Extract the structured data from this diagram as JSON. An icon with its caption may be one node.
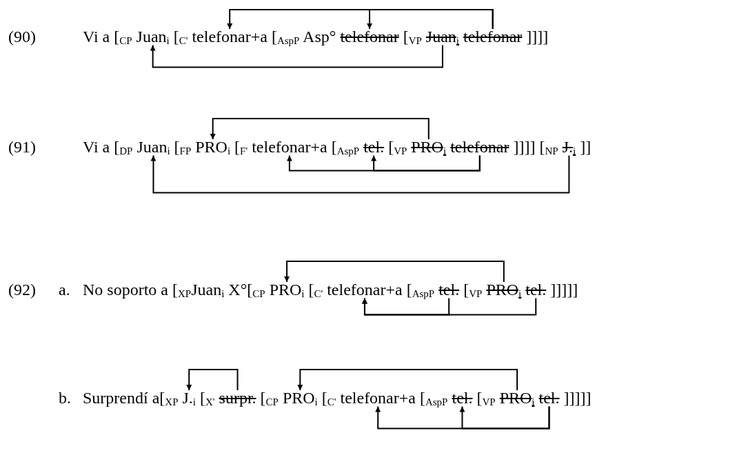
{
  "diagram": {
    "nodes": [
      {
        "text": [
          "Juan$_{i}$"
        ]
      },
      {
        "text": [
          "telefonar+a"
        ]
      },
      {
        "text": [
          "telefonar"
        ]
      },
      {
        "text": [
          "Juan$_{i}$"
        ]
      },
      {
        "text": [
          "telefonar"
        ]
      },
      {
        "text": [
          "Juan$_{i}$"
        ]
      },
      {
        "text": [
          "PRO$_{i}$"
        ]
      },
      {
        "text": [
          "telefonar+a"
        ]
      },
      {
        "text": [
          "tel."
        ]
      },
      {
        "text": [
          "PRO$_{i}$"
        ]
      },
      {
        "text": [
          "telefonar"
        ]
      },
      {
        "text": [
          "J.$_{i}$"
        ]
      },
      {
        "text": [
          "PRO$_{i}$"
        ]
      },
      {
        "text": [
          "telefonar+a"
        ]
      },
      {
        "text": [
          "tel."
        ]
      },
      {
        "text": [
          "PRO$_{i}$"
        ]
      },
      {
        "text": [
          "tel."
        ]
      },
      {
        "text": [
          "J.$_{i}$"
        ]
      },
      {
        "text": [
          "surpr."
        ]
      },
      {
        "text": [
          "PRO$_{i}$"
        ]
      },
      {
        "text": [
          "telefonar+a"
        ]
      },
      {
        "text": [
          "tel."
        ]
      },
      {
        "text": [
          "PRO$_{i}$"
        ]
      },
      {
        "text": [
          "tel."
        ]
      }
    ],
    "edges": [
      {
        "from": 4,
        "to": 1,
        "arrow": "to"
      },
      {
        "from": 4,
        "to": 2,
        "arrow": "to"
      },
      {
        "from": 3,
        "to": 0,
        "arrow": "to"
      },
      {
        "from": 9,
        "to": 6,
        "arrow": "to"
      },
      {
        "from": 10,
        "to": 7,
        "arrow": "to"
      },
      {
        "from": 10,
        "to": 8,
        "arrow": "to"
      },
      {
        "from": 11,
        "to": 5,
        "arrow": "to"
      },
      {
        "from": 15,
        "to": 12,
        "arrow": "to"
      },
      {
        "from": 14,
        "to": 13,
        "arrow": "to"
      },
      {
        "from": 16,
        "to": 13,
        "arrow": "to"
      },
      {
        "from": 18,
        "to": 17,
        "arrow": "to"
      },
      {
        "from": 22,
        "to": 19,
        "arrow": "to"
      },
      {
        "from": 23,
        "to": 20,
        "arrow": "to"
      },
      {
        "from": 23,
        "to": 21,
        "arrow": "to"
      }
    ],
    "labels": [
      "(90)",
      "Vi a [$_{CP}$",
      "[$_{C'}$",
      "[$_{AspP}$ Asp°",
      "[$_{VP}$",
      "]]]]",
      "(91)",
      "Vi a [$_{DP}$",
      "[$_{FP}$",
      "[$_{F'}$",
      "[$_{AspP}$",
      "[$_{VP}$",
      "]]]]",
      "[$_{NP}$",
      "]]",
      "(92)",
      "a.",
      "No soporto a [$_{XP}$Juan$_{i}$ X°[$_{CP}$",
      "[$_{C'}$",
      "[$_{AspP}$",
      "[$_{VP}$",
      "]]]]]",
      "b.",
      "Surprendí a[$_{XP}$",
      "[$_{X'}$",
      "[$_{CP}$",
      "[$_{C'}$",
      "[$_{AspP}$",
      "[$_{VP}$",
      "]]]]]"
    ]
  }
}
